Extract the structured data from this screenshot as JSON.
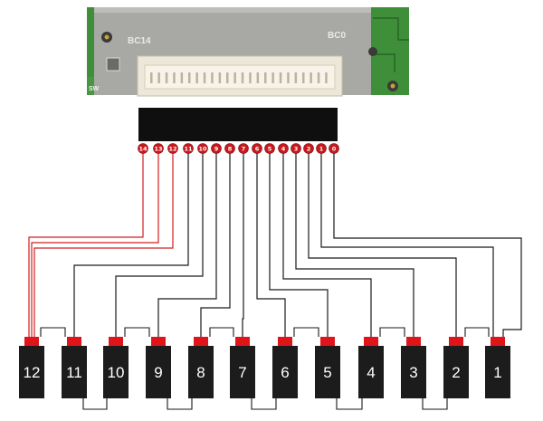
{
  "board": {
    "left_label": "BC14",
    "right_label": "BC0",
    "switch_label": "SW"
  },
  "connector_pins": [
    "14",
    "13",
    "12",
    "11",
    "10",
    "9",
    "8",
    "7",
    "6",
    "5",
    "4",
    "3",
    "2",
    "1",
    "0"
  ],
  "cells": [
    "12",
    "11",
    "10",
    "9",
    "8",
    "7",
    "6",
    "5",
    "4",
    "3",
    "2",
    "1"
  ],
  "colors": {
    "wire": "#1a1a1a",
    "wire_red": "#d21f1f",
    "pin": "#c8191e",
    "cell_body": "#1c1c1c",
    "cell_cap": "#e0151b",
    "header": "#0f0f0f",
    "pcb_green": "#3f8f3a",
    "metal": "#a8a8a4"
  }
}
